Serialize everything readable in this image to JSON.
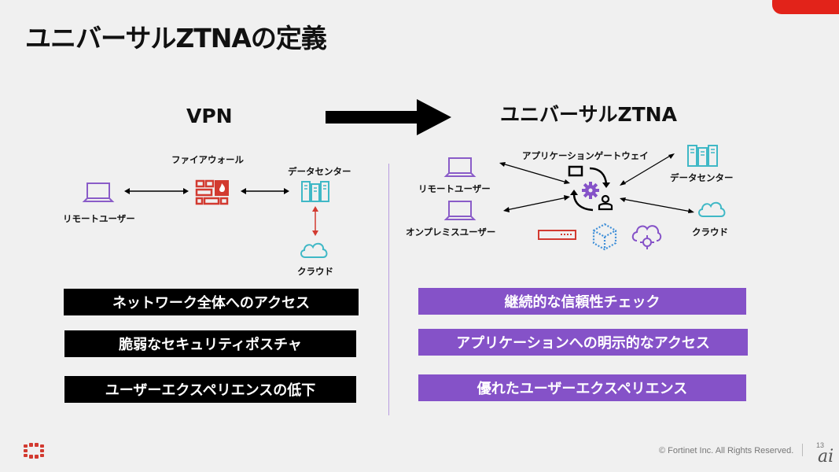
{
  "slide": {
    "title": "ユニバーサルZTNAの定義",
    "page_number": "13",
    "copyright": "© Fortinet Inc. All Rights Reserved.",
    "watermark": "ai",
    "colors": {
      "accent_red": "#e2231a",
      "purple": "#8552c8",
      "black": "#000000",
      "teal": "#3fb8c6"
    }
  },
  "vpn": {
    "heading": "VPN",
    "nodes": {
      "remote_user": "リモートユーザー",
      "firewall": "ファイアウォール",
      "datacenter": "データセンター",
      "cloud": "クラウド"
    },
    "bars": [
      "ネットワーク全体へのアクセス",
      "脆弱なセキュリティポスチャ",
      "ユーザーエクスペリエンスの低下"
    ]
  },
  "ztna": {
    "heading": "ユニバーサルZTNA",
    "nodes": {
      "gateway": "アプリケーションゲートウェイ",
      "remote_user": "リモートユーザー",
      "onprem_user": "オンプレミスユーザー",
      "datacenter": "データセンター",
      "cloud": "クラウド"
    },
    "bars": [
      "継続的な信頼性チェック",
      "アプリケーションへの明示的なアクセス",
      "優れたユーザーエクスペリエンス"
    ]
  }
}
